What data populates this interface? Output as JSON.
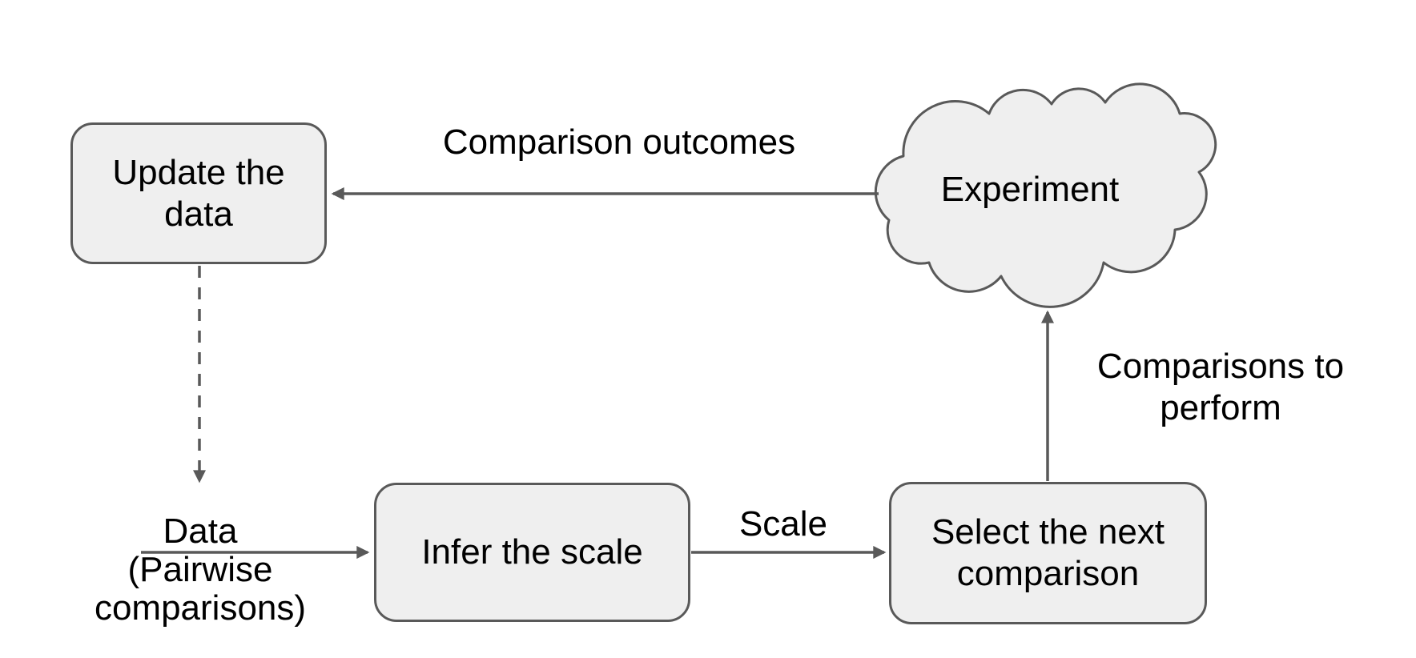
{
  "diagram": {
    "title_hint": "active sampling / pairwise comparison inference loop",
    "colors": {
      "background": "#ffffff",
      "shape_fill": "#efefef",
      "shape_stroke": "#595959",
      "text": "#000000"
    },
    "nodes": {
      "update_box": {
        "label": "Update the\ndata"
      },
      "infer_box": {
        "label": "Infer the scale"
      },
      "select_box": {
        "label": "Select the next\ncomparison"
      },
      "experiment_cloud": {
        "label": "Experiment"
      }
    },
    "edges": {
      "comparison_outcomes": {
        "label": "Comparison outcomes",
        "from": "experiment_cloud",
        "to": "update_box",
        "style": "solid"
      },
      "data": {
        "label": "Data\n(Pairwise\ncomparisons)",
        "from": "update_box",
        "to": "infer_box",
        "style": "solid"
      },
      "update_to_data": {
        "label": "",
        "from": "update_box",
        "to": "data_text",
        "style": "dashed"
      },
      "scale": {
        "label": "Scale",
        "from": "infer_box",
        "to": "select_box",
        "style": "solid"
      },
      "comparisons_to_perform": {
        "label": "Comparisons to\nperform",
        "from": "select_box",
        "to": "experiment_cloud",
        "style": "solid"
      }
    }
  }
}
